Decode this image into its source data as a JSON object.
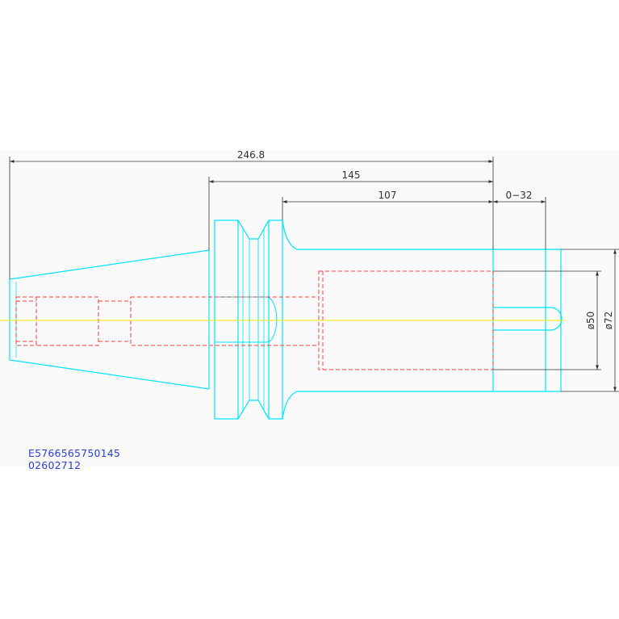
{
  "dimensions": {
    "overall_length": "246.8",
    "shank_length": "145",
    "body_length": "107",
    "adjust_range": "0−32",
    "diameter_bore": "ø50",
    "diameter_body": "ø72"
  },
  "part_codes": {
    "line1": "E5766565750145",
    "line2": "02602712"
  },
  "colors": {
    "outline": "#00e5ff",
    "hidden": "#ff3c3c",
    "centerline": "#f5e600",
    "dimension": "#333333",
    "code_text": "#2b3fd8"
  }
}
